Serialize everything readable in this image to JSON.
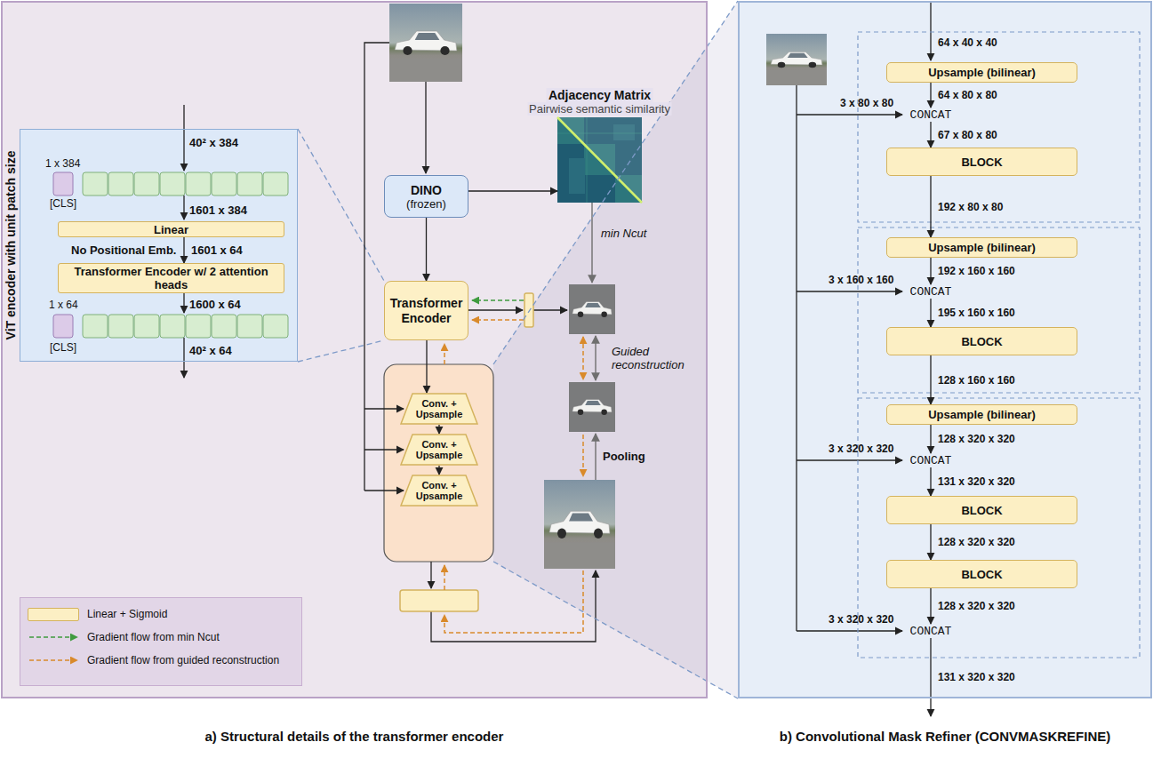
{
  "diagram": {
    "nodes": [
      {
        "text": [
          "a) Structural details of the transformer encoder"
        ]
      },
      {
        "text": [
          "ViT encoder with unit patch size"
        ],
        "in": 0
      },
      {
        "text": [
          "Linear"
        ],
        "in": 1
      },
      {
        "text": [
          "Transformer Encoder w/ 2 attention heads"
        ],
        "in": 1
      },
      {
        "text": [
          "Adjacency Matrix",
          "Pairwise semantic similarity"
        ],
        "in": 0
      },
      {
        "text": [
          "DINO",
          "(frozen)"
        ],
        "in": 0
      },
      {
        "text": [
          "Transformer Encoder"
        ],
        "in": 0
      },
      {
        "text": [
          "Conv. + Upsample"
        ],
        "in": 0
      },
      {
        "text": [
          "Conv. + Upsample"
        ],
        "in": 0
      },
      {
        "text": [
          "Conv. + Upsample"
        ],
        "in": 0
      },
      {
        "text": [
          "b) Convolutional Mask Refiner (CONVMASKREFINE)"
        ]
      },
      {
        "text": [
          "Upsample (bilinear)"
        ],
        "in": 10
      },
      {
        "text": [
          "CONCAT"
        ],
        "in": 10
      },
      {
        "text": [
          "BLOCK"
        ],
        "in": 10
      },
      {
        "text": [
          "Upsample (bilinear)"
        ],
        "in": 10
      },
      {
        "text": [
          "CONCAT"
        ],
        "in": 10
      },
      {
        "text": [
          "BLOCK"
        ],
        "in": 10
      },
      {
        "text": [
          "Upsample (bilinear)"
        ],
        "in": 10
      },
      {
        "text": [
          "CONCAT"
        ],
        "in": 10
      },
      {
        "text": [
          "BLOCK"
        ],
        "in": 10
      },
      {
        "text": [
          "BLOCK"
        ],
        "in": 10
      },
      {
        "text": [
          "CONCAT"
        ],
        "in": 10
      }
    ],
    "edges": [
      {
        "from": 2,
        "to": 3,
        "label": "1601 x 64",
        "arrow": "to"
      },
      {
        "from": 5,
        "to": 4,
        "arrow": "to"
      },
      {
        "from": 5,
        "to": 6,
        "arrow": "to"
      },
      {
        "from": 6,
        "to": 7,
        "arrow": "to"
      },
      {
        "from": 7,
        "to": 8,
        "arrow": "to"
      },
      {
        "from": 8,
        "to": 9,
        "arrow": "to"
      },
      {
        "from": 11,
        "to": 12,
        "label": "64 x 80 x 80",
        "arrow": "to"
      },
      {
        "from": 12,
        "to": 13,
        "label": "67 x 80 x 80",
        "arrow": "to"
      },
      {
        "from": 13,
        "to": 14,
        "label": "192 x 80 x 80",
        "arrow": "to"
      },
      {
        "from": 14,
        "to": 15,
        "label": "192 x 160 x 160",
        "arrow": "to"
      },
      {
        "from": 15,
        "to": 16,
        "label": "195 x 160 x 160",
        "arrow": "to"
      },
      {
        "from": 16,
        "to": 17,
        "label": "128 x 160 x 160",
        "arrow": "to"
      },
      {
        "from": 17,
        "to": 18,
        "label": "128 x 320 x 320",
        "arrow": "to"
      },
      {
        "from": 18,
        "to": 19,
        "label": "131 x 320 x 320",
        "arrow": "to"
      },
      {
        "from": 19,
        "to": 20,
        "label": "128 x 320 x 320",
        "arrow": "to"
      },
      {
        "from": 20,
        "to": 21,
        "label": "128 x 320 x 320",
        "arrow": "to"
      }
    ],
    "labels": [
      "40² x 384",
      "1 x 384",
      "[CLS]",
      "1601 x 384",
      "No Positional Emb.",
      "1600 x 64",
      "1 x 64",
      "[CLS]",
      "40² x 64",
      "min Ncut",
      "Guided reconstruction",
      "Pooling",
      "64 x 40 x 40",
      "3 x 80 x 80",
      "3 x 160 x 160",
      "3 x 320 x 320",
      "3 x 320 x 320",
      "131 x 320 x 320"
    ],
    "legend": [
      {
        "text": "Linear + Sigmoid",
        "color": "#fcefc4"
      },
      {
        "text": "Gradient flow from min Ncut"
      },
      {
        "text": "Gradient flow from guided reconstruction"
      }
    ]
  }
}
